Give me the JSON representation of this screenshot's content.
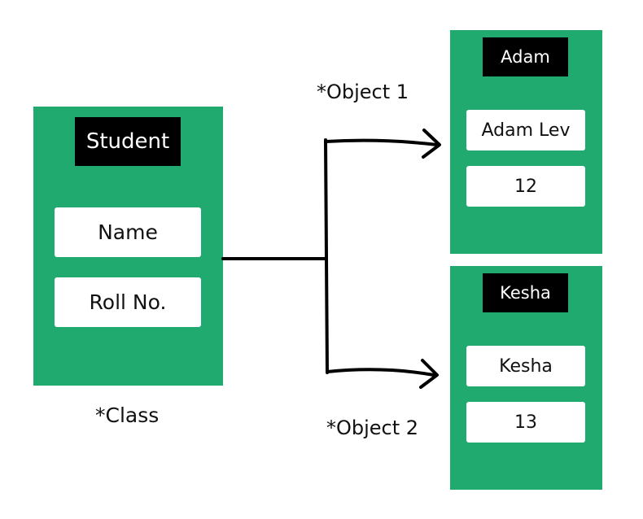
{
  "colors": {
    "card": "#21aa6f",
    "title_bg": "#000000",
    "field_bg": "#ffffff",
    "line": "#000000"
  },
  "class_card": {
    "title": "Student",
    "fields": [
      "Name",
      "Roll No."
    ],
    "caption": "*Class"
  },
  "objects": [
    {
      "title": "Adam",
      "values": [
        "Adam Lev",
        "12"
      ],
      "caption": "*Object 1"
    },
    {
      "title": "Kesha",
      "values": [
        "Kesha",
        "13"
      ],
      "caption": "*Object 2"
    }
  ]
}
